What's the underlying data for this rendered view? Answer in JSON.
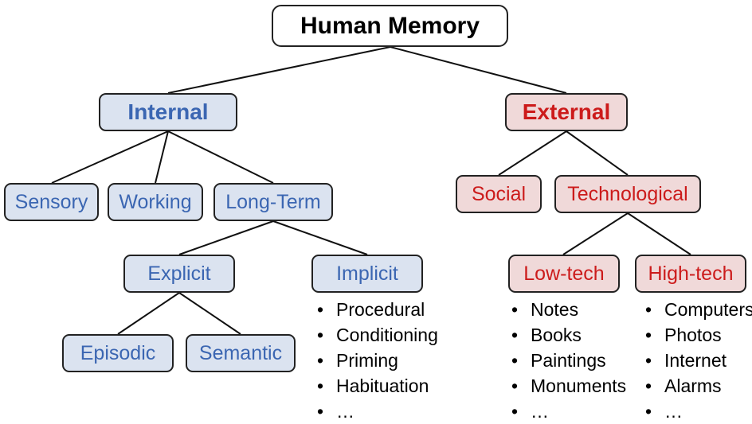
{
  "root": "Human Memory",
  "internal": {
    "label": "Internal",
    "sensory": "Sensory",
    "working": "Working",
    "long_term": "Long-Term",
    "explicit": "Explicit",
    "implicit": "Implicit",
    "episodic": "Episodic",
    "semantic": "Semantic",
    "implicit_items": [
      "Procedural",
      "Conditioning",
      "Priming",
      "Habituation",
      "…"
    ]
  },
  "external": {
    "label": "External",
    "social": "Social",
    "technological": "Technological",
    "low_tech": "Low-tech",
    "high_tech": "High-tech",
    "low_tech_items": [
      "Notes",
      "Books",
      "Paintings",
      "Monuments",
      "…"
    ],
    "high_tech_items": [
      "Computers",
      "Photos",
      "Internet",
      "Alarms",
      "…"
    ]
  },
  "colors": {
    "internal_text": "#3b66b2",
    "internal_fill": "#dbe3f0",
    "external_text": "#cc1b1b",
    "external_fill": "#f0d9d9"
  }
}
